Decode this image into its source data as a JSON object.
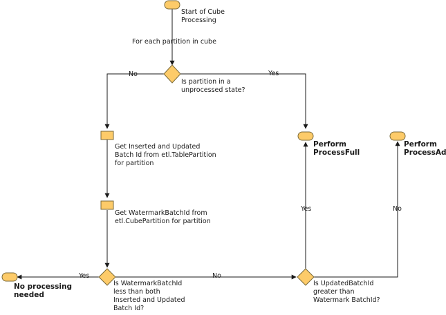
{
  "colors": {
    "shape_fill": "#FDCB69",
    "shape_stroke": "#7a6a3a",
    "line": "#1a1a1a"
  },
  "nodes": {
    "start": "Start of Cube\nProcessing",
    "loop": "For each partition in cube",
    "decision_unprocessed": "Is partition in a\nunprocessed state?",
    "get_batch": "Get Inserted and Updated\nBatch Id from etl.TablePartition\nfor partition",
    "get_watermark": "Get WatermarkBatchId from\netl.CubePartition for partition",
    "process_full": "Perform\nProcessFull",
    "process_add": "Perform\nProcessAdd",
    "decision_watermark_less": "Is WatermarkBatchId\nless than both\nInserted and Updated\nBatch Id?",
    "decision_updated_greater": "Is UpdatedBatchId\ngreater than\nWatermark BatchId?",
    "no_processing": "No processing\nneeded"
  },
  "edges": {
    "unprocessed_no": "No",
    "unprocessed_yes": "Yes",
    "watermark_yes": "Yes",
    "watermark_no": "No",
    "updated_yes": "Yes",
    "updated_no": "No"
  }
}
